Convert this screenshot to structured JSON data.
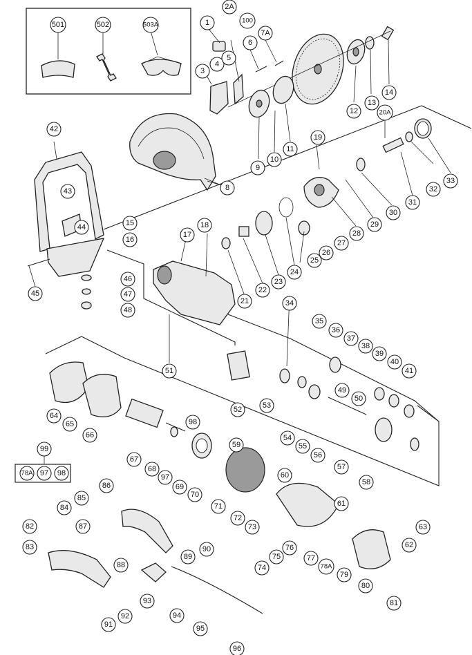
{
  "accessory_box": {
    "labels": [
      "501",
      "502",
      "503A"
    ]
  },
  "set_box": {
    "title": "99",
    "members": [
      "78A",
      "97",
      "98"
    ]
  },
  "callouts": [
    "2A",
    "100",
    "1",
    "7A",
    "6",
    "3",
    "4",
    "5",
    "9",
    "10",
    "11",
    "12",
    "13",
    "14",
    "8",
    "20A",
    "19",
    "33",
    "32",
    "31",
    "30",
    "29",
    "28",
    "42",
    "43",
    "44",
    "45",
    "15",
    "16",
    "17",
    "18",
    "46",
    "47",
    "48",
    "21",
    "22",
    "23",
    "24",
    "25",
    "26",
    "27",
    "51",
    "34",
    "35",
    "36",
    "37",
    "38",
    "39",
    "40",
    "41",
    "52",
    "53",
    "54",
    "55",
    "56",
    "49",
    "50",
    "57",
    "58",
    "64",
    "65",
    "66",
    "67",
    "68",
    "97",
    "98",
    "69",
    "70",
    "71",
    "59",
    "60",
    "61",
    "72",
    "73",
    "74",
    "75",
    "76",
    "77",
    "78A",
    "79",
    "80",
    "81",
    "62",
    "63",
    "84",
    "82",
    "83",
    "85",
    "86",
    "87",
    "88",
    "89",
    "90",
    "91",
    "92",
    "93",
    "94",
    "95",
    "96"
  ]
}
